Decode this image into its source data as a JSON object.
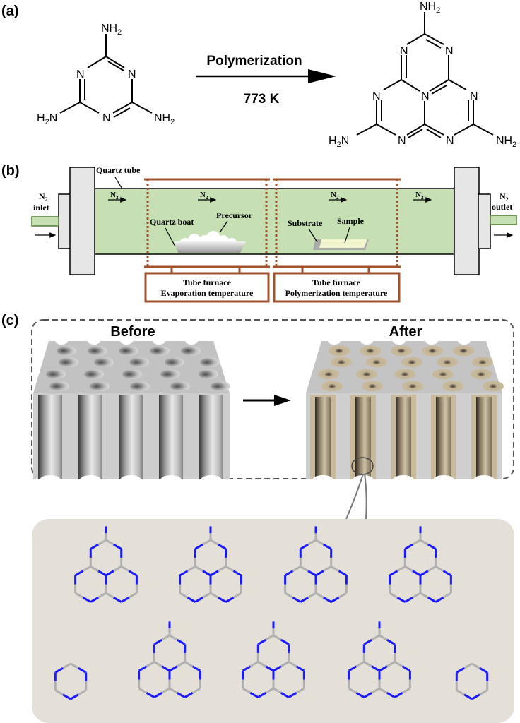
{
  "panels": {
    "a": {
      "label": "(a)",
      "reactant": {
        "name": "melamine",
        "atoms": {
          "ring_n": "N",
          "amine": "NH",
          "amine_left": "H",
          "sub": "2"
        }
      },
      "arrow": {
        "top_label": "Polymerization",
        "bottom_label": "773 K"
      },
      "product": {
        "name": "melem-heptazine",
        "ring_n": "N"
      }
    },
    "b": {
      "label": "(b)",
      "quartz_tube": "Quartz tube",
      "n2": "N",
      "n2_sub": "2",
      "inlet": "inlet",
      "outlet": "outlet",
      "quartz_boat": "Quartz boat",
      "precursor": "Precursor",
      "substrate": "Substrate",
      "sample": "Sample",
      "furnace1": {
        "line1": "Tube furnace",
        "line2": "Evaporation temperature"
      },
      "furnace2": {
        "line1": "Tube furnace",
        "line2": "Polymerization temperature"
      },
      "colors": {
        "tube_fill": "#c6e0b4",
        "tube_inlet_stroke": "#4e7a2f",
        "furnace": "#a0522d",
        "flange": "#e6e6e6"
      }
    },
    "c": {
      "label": "(c)",
      "before": "Before",
      "after": "After",
      "colors": {
        "block": "#c8c8c8",
        "coating": "#c8b99a",
        "network_bg": "#e4e0d7",
        "nitrogen": "#1a1aff",
        "carbon": "#b0b0b0"
      }
    }
  }
}
